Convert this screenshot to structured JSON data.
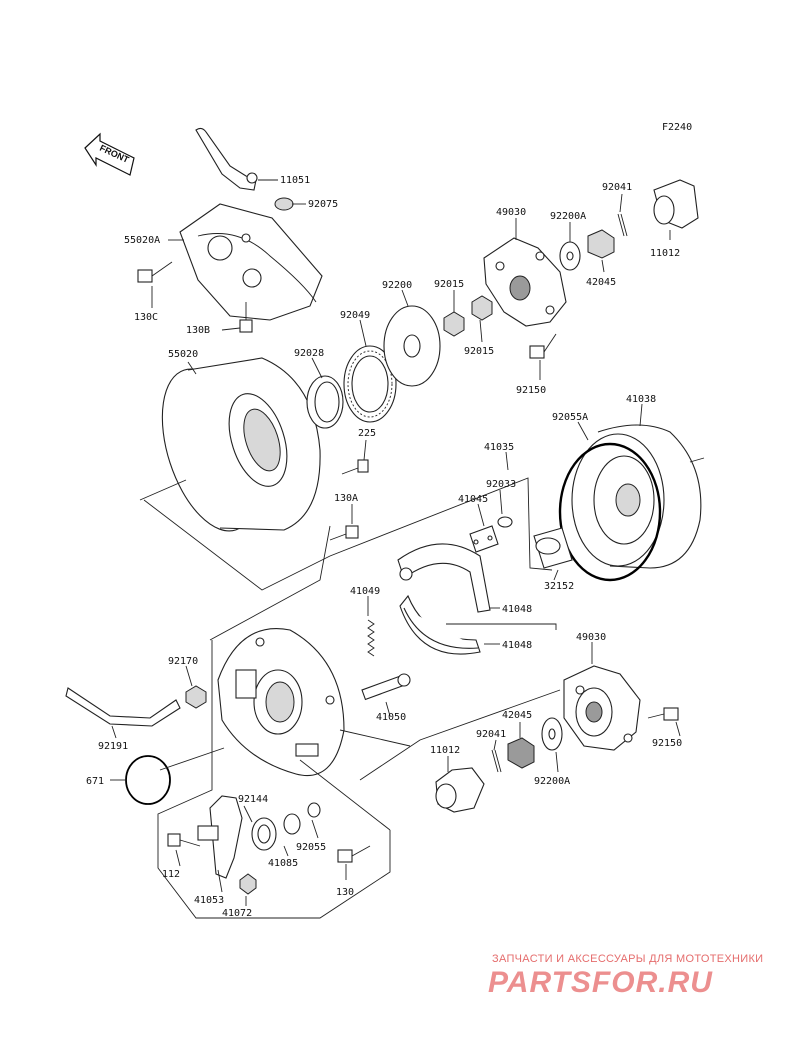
{
  "figure_code": "F2240",
  "front_label": "FRONT",
  "parts": {
    "p11051": "11051",
    "p92075": "92075",
    "p55020A": "55020A",
    "p130C": "130C",
    "p130B": "130B",
    "p55020": "55020",
    "p92028": "92028",
    "p92049": "92049",
    "p92200": "92200",
    "p92015a": "92015",
    "p92015b": "92015",
    "p49030a": "49030",
    "p92200Aa": "92200A",
    "p92041a": "92041",
    "p11012a": "11012",
    "p42045a": "42045",
    "p92150a": "92150",
    "p92055A": "92055A",
    "p41038": "41038",
    "p225": "225",
    "p130A": "130A",
    "p41035": "41035",
    "p92033": "92033",
    "p41045": "41045",
    "p32152": "32152",
    "p41048a": "41048",
    "p41048b": "41048",
    "p41049": "41049",
    "p41050": "41050",
    "p92170": "92170",
    "p92191": "92191",
    "p671": "671",
    "p49030b": "49030",
    "p42045b": "42045",
    "p92041b": "92041",
    "p11012b": "11012",
    "p92150b": "92150",
    "p92200Ab": "92200A",
    "p92144": "92144",
    "p41085": "41085",
    "p92055": "92055",
    "p112": "112",
    "p41053": "41053",
    "p41072": "41072",
    "p130": "130"
  },
  "watermark": {
    "tagline": "ЗАПЧАСТИ И АКСЕССУАРЫ ДЛЯ МОТОТЕХНИКИ",
    "brand": "PARTSFOR.RU"
  },
  "colors": {
    "line": "#222222",
    "highlight_ring": "#000000",
    "watermark": "#ec8f8f"
  }
}
